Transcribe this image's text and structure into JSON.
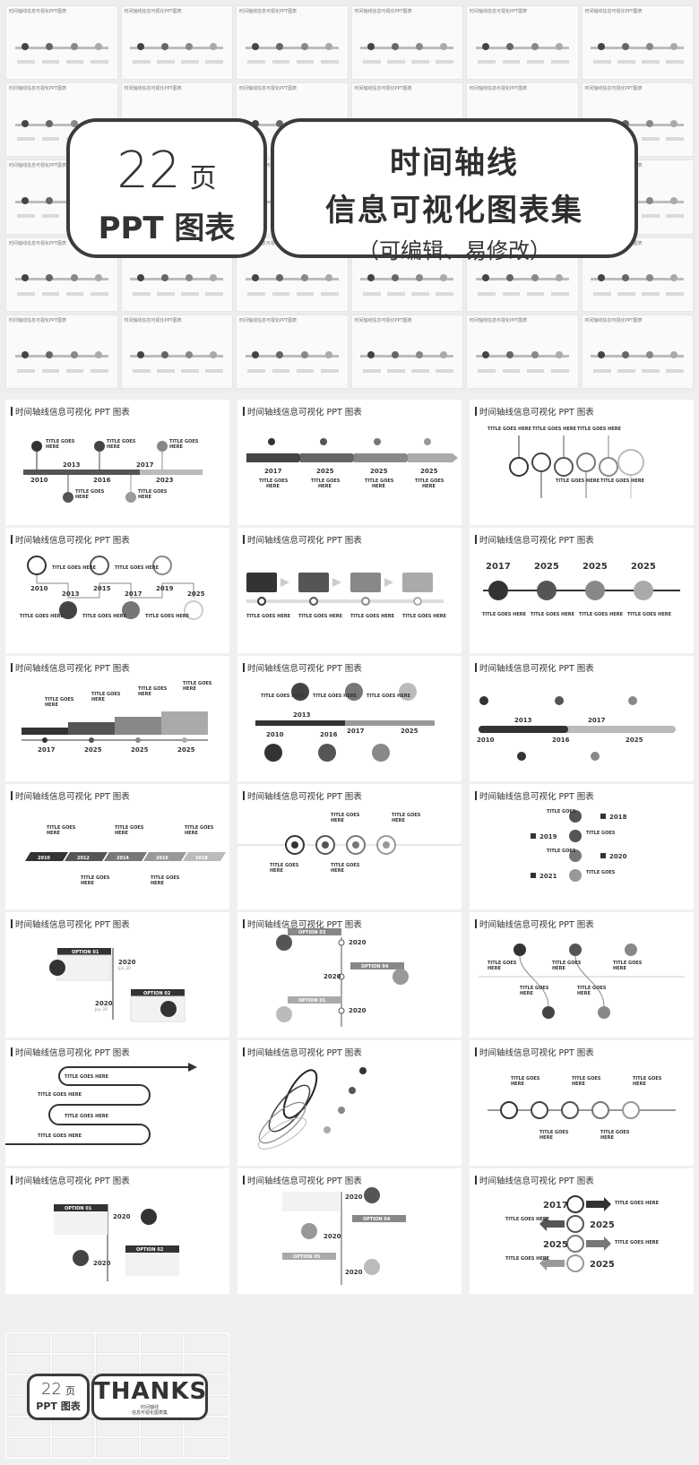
{
  "cover": {
    "thumb_title": "时间轴线信息可视化PPT图表",
    "count": "22",
    "page_unit": "页",
    "ppt_label": "PPT 图表",
    "title_line1": "时间轴线",
    "title_line2": "信息可视化图表集",
    "title_line3": "（可编辑、易修改）"
  },
  "slide_title": "时间轴线信息可视化 PPT 图表",
  "labels": {
    "title_goes_here": "TITLE GOES HERE",
    "title_goes": "TITLE GOES",
    "here": "HERE",
    "option_01": "OPTION 01",
    "option_02": "OPTION 02",
    "option_03": "OPTION 03",
    "option_04": "OPTION 04",
    "option_05": "OPTION 05",
    "date": "2020",
    "date_sub": "Jun, 20"
  },
  "years": {
    "s1": [
      "2010",
      "2013",
      "2016",
      "2017",
      "2023"
    ],
    "s2": [
      "2017",
      "2025",
      "2025",
      "2025"
    ],
    "s4": [
      "2010",
      "2013",
      "2015",
      "2017",
      "2019",
      "2025"
    ],
    "s6": [
      "2017",
      "2025",
      "2025",
      "2025"
    ],
    "s7": [
      "2017",
      "2025",
      "2025",
      "2025"
    ],
    "s8": [
      "2010",
      "2013",
      "2016",
      "2017",
      "2025"
    ],
    "s9": [
      "2010",
      "2013",
      "2016",
      "2017",
      "2025"
    ],
    "s10": [
      "2010",
      "2012",
      "2014",
      "2016",
      "2018"
    ],
    "s12": [
      "2018",
      "2019",
      "2020",
      "2021"
    ],
    "s21": [
      "2017",
      "2025",
      "2025",
      "2025"
    ]
  },
  "thanks": {
    "count": "22",
    "page_unit": "页",
    "ppt_label": "PPT 图表",
    "word": "THANKS",
    "sub1": "时间轴线",
    "sub2": "信息可视化图表集"
  }
}
